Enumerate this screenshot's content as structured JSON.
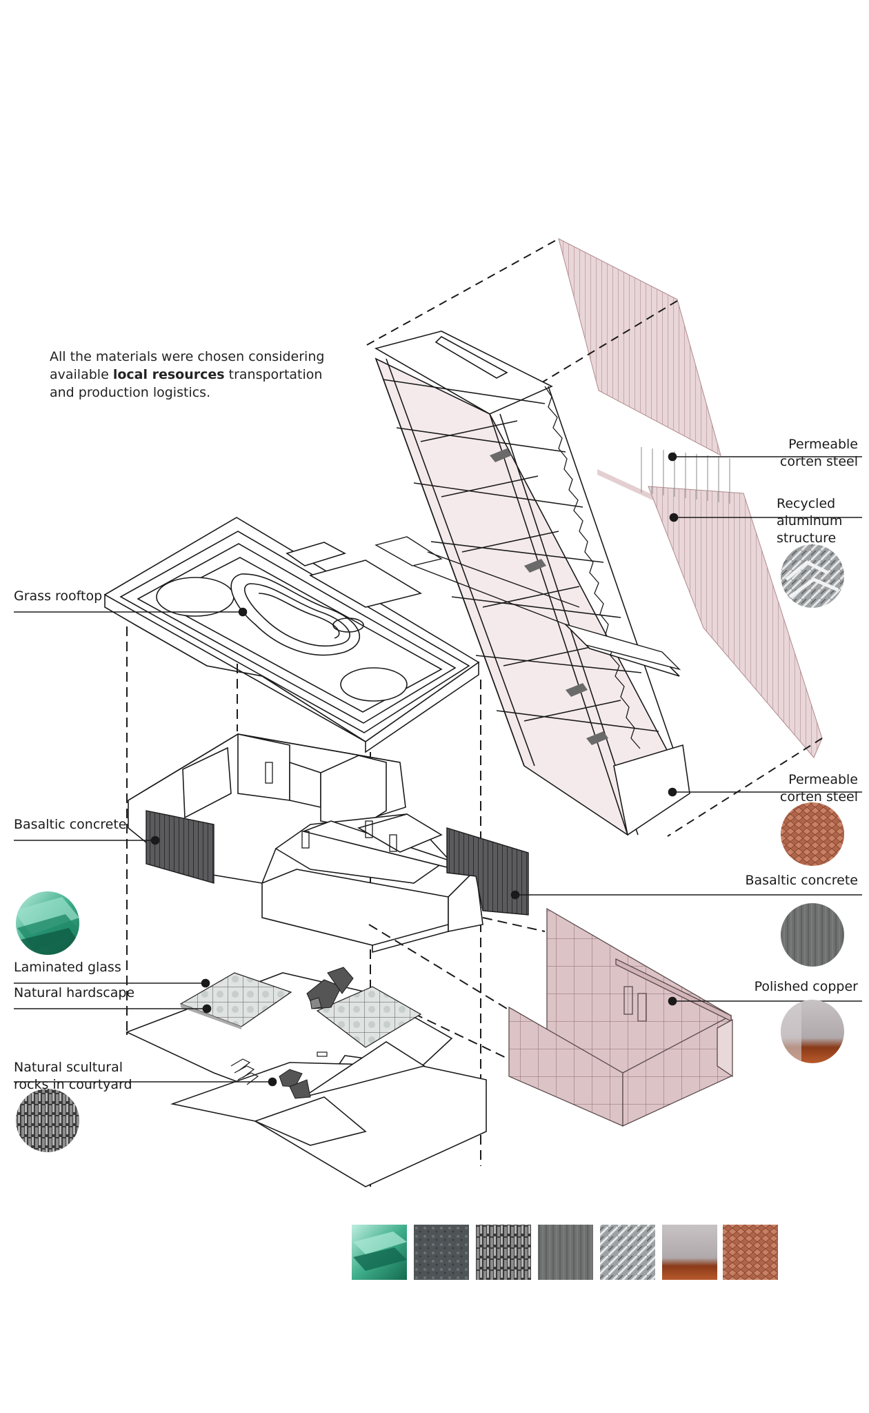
{
  "intro": {
    "part1": "All the materials were chosen considering available ",
    "bold": "local resources",
    "part2": " transportation and production logistics."
  },
  "labels": {
    "grass_rooftop": "Grass rooftop",
    "basaltic_concrete_left": "Basaltic concrete",
    "laminated_glass": "Laminated glass",
    "natural_hardscape": "Natural hardscape",
    "natural_rocks_line1": "Natural scultural",
    "natural_rocks_line2": "rocks in courtyard",
    "permeable_corten_top_line1": "Permeable",
    "permeable_corten_top_line2": "corten steel",
    "recycled_aluminum_line1": "Recycled",
    "recycled_aluminum_line2": "aluminum",
    "recycled_aluminum_line3": "structure",
    "permeable_corten_bottom_line1": "Permeable",
    "permeable_corten_bottom_line2": "corten steel",
    "basaltic_concrete_right": "Basaltic concrete",
    "polished_copper": "Polished copper"
  },
  "colors": {
    "line": "#1a1a1a",
    "corten_pink": "#d8b8bc",
    "copper_panel": "#ddc6c8",
    "basalt": "#4a4a4c",
    "glass_green": "#3fae8a",
    "corten_rust": "#a85a3c"
  },
  "swatches": [
    "glass-swatch",
    "hardscape-swatch",
    "basalt-rock-swatch",
    "concrete-swatch",
    "aluminum-swatch",
    "copper-swatch",
    "corten-swatch"
  ]
}
